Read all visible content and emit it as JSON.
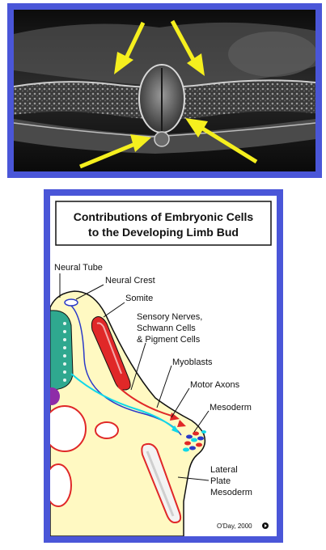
{
  "diagram": {
    "title_line1": "Contributions of Embryonic Cells",
    "title_line2": "to the Developing Limb Bud",
    "labels": {
      "neural_tube": "Neural Tube",
      "neural_crest": "Neural Crest",
      "somite": "Somite",
      "sensory_line1": "Sensory Nerves,",
      "sensory_line2": "Schwann Cells",
      "sensory_line3": "& Pigment Cells",
      "myoblasts": "Myoblasts",
      "motor_axons": "Motor Axons",
      "mesoderm": "Mesoderm",
      "lateral_line1": "Lateral",
      "lateral_line2": "Plate",
      "lateral_line3": "Mesoderm"
    },
    "credit": "O'Day, 2000"
  },
  "colors": {
    "frame": "#4a56d8",
    "arrow": "#f5ef1e",
    "body": "#fff9c2",
    "red": "#e02828",
    "cyan": "#10d8e8",
    "blue": "#2a3ac8",
    "teal": "#2fa88f"
  }
}
